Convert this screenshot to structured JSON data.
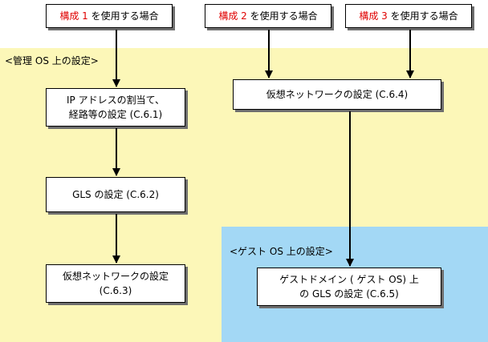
{
  "colors": {
    "host_region": "#fcf7b8",
    "guest_region": "#a3d8f5",
    "accent": "#e00000"
  },
  "configs": [
    {
      "accent": "構成 1",
      "rest": " を使用する場合"
    },
    {
      "accent": "構成 2",
      "rest": " を使用する場合"
    },
    {
      "accent": "構成 3",
      "rest": " を使用する場合"
    }
  ],
  "regions": {
    "host_label": "<管理 OS 上の設定>",
    "guest_label": "<ゲスト OS 上の設定>"
  },
  "steps": {
    "ip": "IP アドレスの割当て、\n経路等の設定 (C.6.1)",
    "gls_host": "GLS の設定 (C.6.2)",
    "vnet_host": "仮想ネットワークの設定\n(C.6.3)",
    "vnet_right": "仮想ネットワークの設定 (C.6.4)",
    "gls_guest": "ゲストドメイン ( ゲスト OS) 上\nの GLS の設定 (C.6.5)"
  }
}
